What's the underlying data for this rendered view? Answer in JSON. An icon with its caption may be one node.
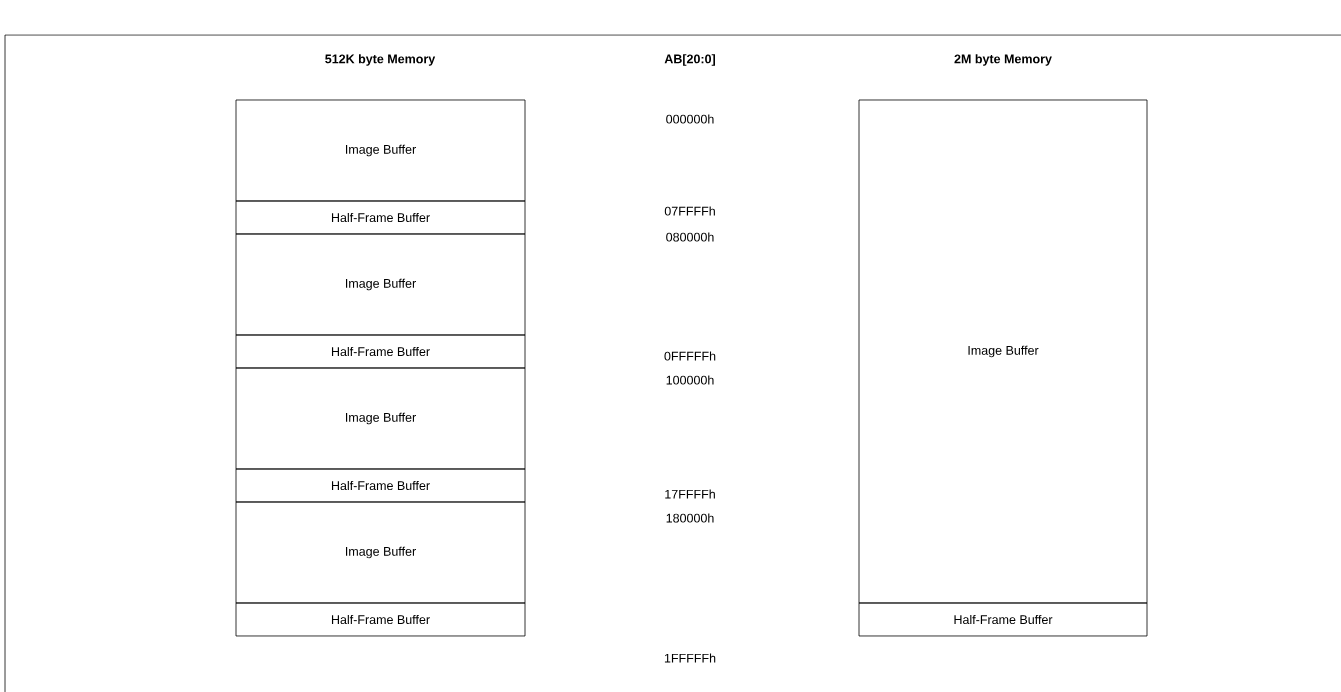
{
  "diagram": {
    "nodes": [
      {
        "text": [
          "Image Buffer"
        ]
      },
      {
        "text": [
          "Half-Frame Buffer"
        ]
      },
      {
        "text": [
          "Image Buffer"
        ]
      },
      {
        "text": [
          "Half-Frame Buffer"
        ]
      },
      {
        "text": [
          "Image Buffer"
        ]
      },
      {
        "text": [
          "Half-Frame Buffer"
        ]
      },
      {
        "text": [
          "Image Buffer"
        ]
      },
      {
        "text": [
          "Half-Frame Buffer"
        ]
      },
      {
        "text": [
          "Image Buffer"
        ]
      },
      {
        "text": [
          "Half-Frame Buffer"
        ]
      }
    ],
    "labels": [
      "512K byte Memory",
      "AB[20:0]",
      "2M byte Memory",
      "000000h",
      "07FFFFh",
      "080000h",
      "0FFFFFh",
      "100000h",
      "17FFFFh",
      "180000h",
      "1FFFFFh"
    ]
  }
}
